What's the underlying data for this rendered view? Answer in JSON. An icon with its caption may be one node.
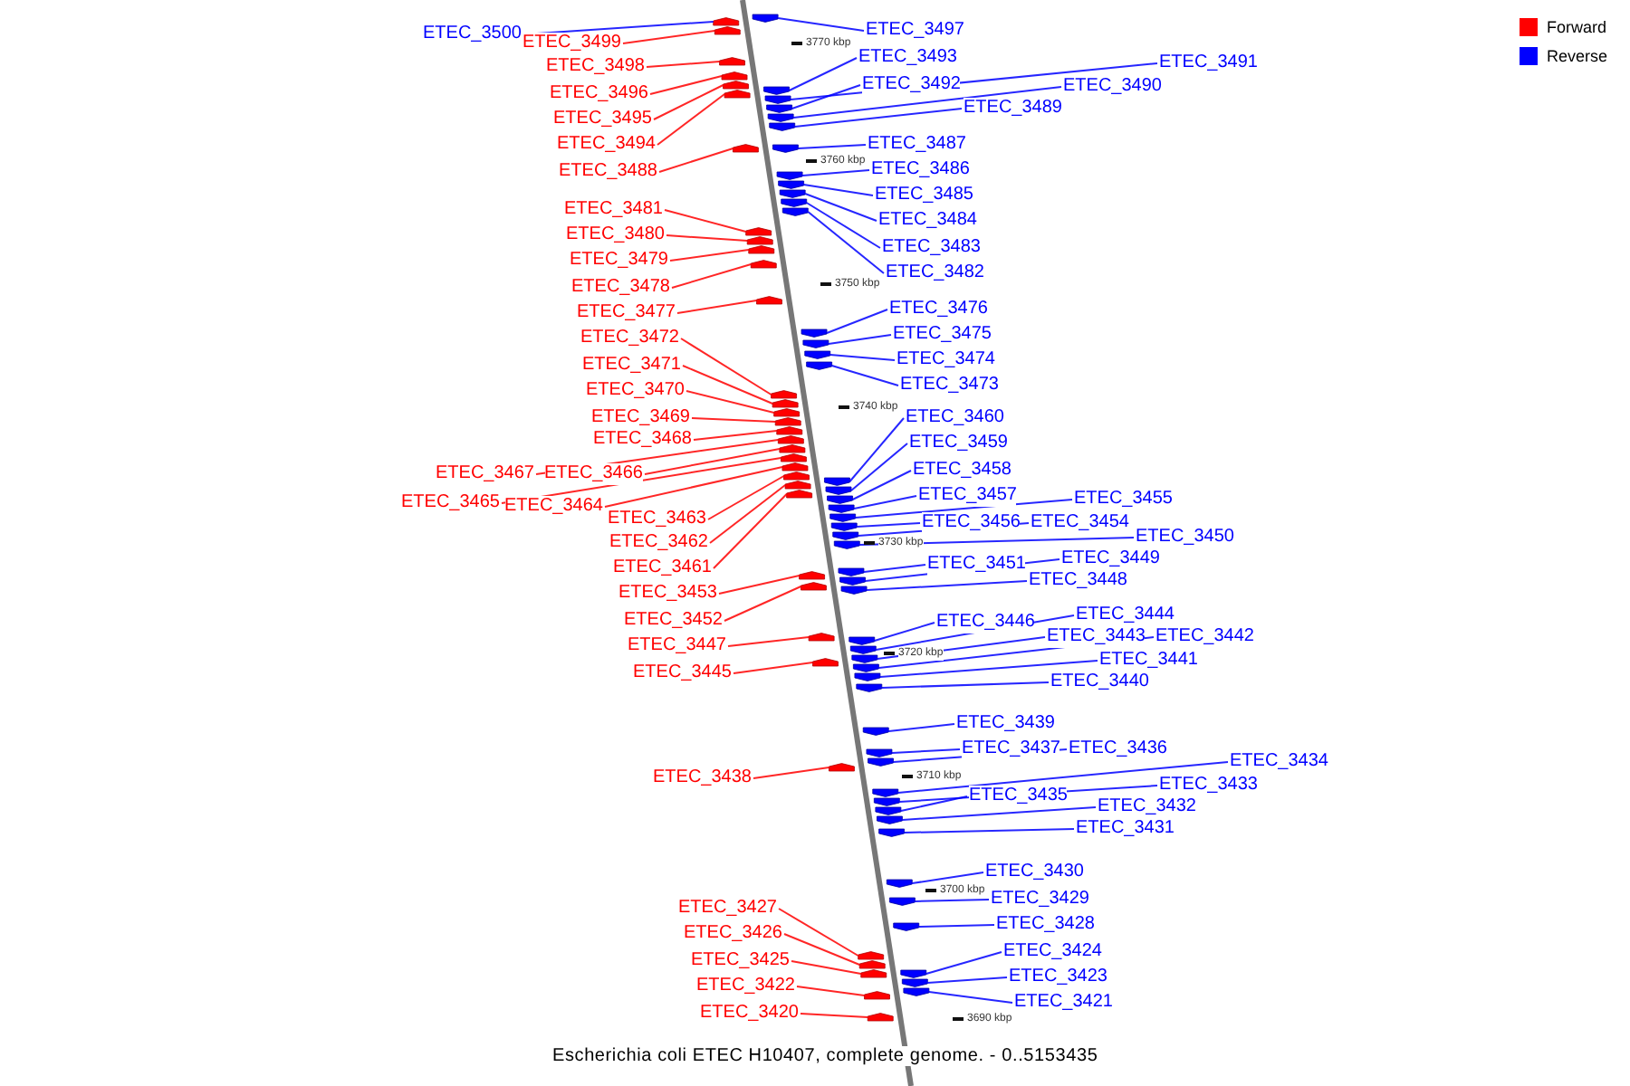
{
  "diagram": {
    "caption": "Escherichia coli ETEC H10407, complete genome. - 0..5153435",
    "nodes": [
      {
        "text": [
          "ETEC_3500"
        ]
      },
      {
        "text": [
          "ETEC_3499"
        ]
      },
      {
        "text": [
          "ETEC_3498"
        ]
      },
      {
        "text": [
          "ETEC_3496"
        ]
      },
      {
        "text": [
          "ETEC_3495"
        ]
      },
      {
        "text": [
          "ETEC_3494"
        ]
      },
      {
        "text": [
          "ETEC_3488"
        ]
      },
      {
        "text": [
          "ETEC_3481"
        ]
      },
      {
        "text": [
          "ETEC_3480"
        ]
      },
      {
        "text": [
          "ETEC_3479"
        ]
      },
      {
        "text": [
          "ETEC_3478"
        ]
      },
      {
        "text": [
          "ETEC_3477"
        ]
      },
      {
        "text": [
          "ETEC_3472"
        ]
      },
      {
        "text": [
          "ETEC_3471"
        ]
      },
      {
        "text": [
          "ETEC_3470"
        ]
      },
      {
        "text": [
          "ETEC_3469"
        ]
      },
      {
        "text": [
          "ETEC_3468"
        ]
      },
      {
        "text": [
          "ETEC_3467"
        ]
      },
      {
        "text": [
          "ETEC_3466"
        ]
      },
      {
        "text": [
          "ETEC_3465"
        ]
      },
      {
        "text": [
          "ETEC_3464"
        ]
      },
      {
        "text": [
          "ETEC_3463"
        ]
      },
      {
        "text": [
          "ETEC_3462"
        ]
      },
      {
        "text": [
          "ETEC_3461"
        ]
      },
      {
        "text": [
          "ETEC_3453"
        ]
      },
      {
        "text": [
          "ETEC_3452"
        ]
      },
      {
        "text": [
          "ETEC_3447"
        ]
      },
      {
        "text": [
          "ETEC_3445"
        ]
      },
      {
        "text": [
          "ETEC_3438"
        ]
      },
      {
        "text": [
          "ETEC_3427"
        ]
      },
      {
        "text": [
          "ETEC_3426"
        ]
      },
      {
        "text": [
          "ETEC_3425"
        ]
      },
      {
        "text": [
          "ETEC_3422"
        ]
      },
      {
        "text": [
          "ETEC_3420"
        ]
      },
      {
        "text": [
          "ETEC_3497"
        ]
      },
      {
        "text": [
          "ETEC_3493"
        ]
      },
      {
        "text": [
          "ETEC_3491"
        ]
      },
      {
        "text": [
          "ETEC_3492"
        ]
      },
      {
        "text": [
          "ETEC_3490"
        ]
      },
      {
        "text": [
          "ETEC_3489"
        ]
      },
      {
        "text": [
          "ETEC_3487"
        ]
      },
      {
        "text": [
          "ETEC_3486"
        ]
      },
      {
        "text": [
          "ETEC_3485"
        ]
      },
      {
        "text": [
          "ETEC_3484"
        ]
      },
      {
        "text": [
          "ETEC_3483"
        ]
      },
      {
        "text": [
          "ETEC_3482"
        ]
      },
      {
        "text": [
          "ETEC_3476"
        ]
      },
      {
        "text": [
          "ETEC_3475"
        ]
      },
      {
        "text": [
          "ETEC_3474"
        ]
      },
      {
        "text": [
          "ETEC_3473"
        ]
      },
      {
        "text": [
          "ETEC_3460"
        ]
      },
      {
        "text": [
          "ETEC_3459"
        ]
      },
      {
        "text": [
          "ETEC_3458"
        ]
      },
      {
        "text": [
          "ETEC_3457"
        ]
      },
      {
        "text": [
          "ETEC_3455"
        ]
      },
      {
        "text": [
          "ETEC_3456"
        ]
      },
      {
        "text": [
          "ETEC_3454"
        ]
      },
      {
        "text": [
          "ETEC_3450"
        ]
      },
      {
        "text": [
          "ETEC_3451"
        ]
      },
      {
        "text": [
          "ETEC_3449"
        ]
      },
      {
        "text": [
          "ETEC_3448"
        ]
      },
      {
        "text": [
          "ETEC_3446"
        ]
      },
      {
        "text": [
          "ETEC_3444"
        ]
      },
      {
        "text": [
          "ETEC_3443"
        ]
      },
      {
        "text": [
          "ETEC_3442"
        ]
      },
      {
        "text": [
          "ETEC_3441"
        ]
      },
      {
        "text": [
          "ETEC_3440"
        ]
      },
      {
        "text": [
          "ETEC_3439"
        ]
      },
      {
        "text": [
          "ETEC_3437"
        ]
      },
      {
        "text": [
          "ETEC_3436"
        ]
      },
      {
        "text": [
          "ETEC_3434"
        ]
      },
      {
        "text": [
          "ETEC_3433"
        ]
      },
      {
        "text": [
          "ETEC_3435"
        ]
      },
      {
        "text": [
          "ETEC_3432"
        ]
      },
      {
        "text": [
          "ETEC_3431"
        ]
      },
      {
        "text": [
          "ETEC_3430"
        ]
      },
      {
        "text": [
          "ETEC_3429"
        ]
      },
      {
        "text": [
          "ETEC_3428"
        ]
      },
      {
        "text": [
          "ETEC_3424"
        ]
      },
      {
        "text": [
          "ETEC_3423"
        ]
      },
      {
        "text": [
          "ETEC_3421"
        ]
      },
      {
        "text": [],
        "shape": "pentagon"
      },
      {
        "text": [],
        "shape": "pentagon"
      },
      {
        "text": [],
        "shape": "pentagon"
      },
      {
        "text": [],
        "shape": "pentagon"
      },
      {
        "text": [],
        "shape": "pentagon"
      },
      {
        "text": [],
        "shape": "pentagon"
      },
      {
        "text": [],
        "shape": "pentagon"
      },
      {
        "text": [],
        "shape": "pentagon"
      },
      {
        "text": [],
        "shape": "pentagon"
      },
      {
        "text": [],
        "shape": "pentagon"
      },
      {
        "text": [],
        "shape": "pentagon"
      },
      {
        "text": [],
        "shape": "pentagon"
      },
      {
        "text": [],
        "shape": "pentagon"
      },
      {
        "text": [],
        "shape": "pentagon"
      },
      {
        "text": [],
        "shape": "pentagon"
      },
      {
        "text": [],
        "shape": "pentagon"
      },
      {
        "text": [],
        "shape": "pentagon"
      },
      {
        "text": [],
        "shape": "pentagon"
      },
      {
        "text": [],
        "shape": "pentagon"
      },
      {
        "text": [],
        "shape": "pentagon"
      },
      {
        "text": [],
        "shape": "pentagon"
      },
      {
        "text": [],
        "shape": "pentagon"
      },
      {
        "text": [],
        "shape": "pentagon"
      },
      {
        "text": [],
        "shape": "pentagon"
      },
      {
        "text": [],
        "shape": "pentagon"
      },
      {
        "text": [],
        "shape": "pentagon"
      },
      {
        "text": [],
        "shape": "pentagon"
      },
      {
        "text": [],
        "shape": "pentagon"
      },
      {
        "text": [],
        "shape": "pentagon"
      },
      {
        "text": [],
        "shape": "pentagon"
      },
      {
        "text": [],
        "shape": "pentagon"
      },
      {
        "text": [],
        "shape": "pentagon"
      },
      {
        "text": [],
        "shape": "pentagon"
      },
      {
        "text": [],
        "shape": "pentagon"
      },
      {
        "text": [],
        "shape": "pentagon"
      },
      {
        "text": [],
        "shape": "pentagon"
      },
      {
        "text": [],
        "shape": "pentagon"
      },
      {
        "text": [],
        "shape": "pentagon"
      },
      {
        "text": [],
        "shape": "pentagon"
      },
      {
        "text": [],
        "shape": "pentagon"
      },
      {
        "text": [],
        "shape": "pentagon"
      },
      {
        "text": [],
        "shape": "pentagon"
      },
      {
        "text": [],
        "shape": "pentagon"
      },
      {
        "text": [],
        "shape": "pentagon"
      },
      {
        "text": [],
        "shape": "pentagon"
      },
      {
        "text": [],
        "shape": "pentagon"
      },
      {
        "text": [],
        "shape": "pentagon"
      },
      {
        "text": [],
        "shape": "pentagon"
      },
      {
        "text": [],
        "shape": "pentagon"
      },
      {
        "text": [],
        "shape": "pentagon"
      },
      {
        "text": [],
        "shape": "pentagon"
      },
      {
        "text": [],
        "shape": "pentagon"
      },
      {
        "text": [],
        "shape": "pentagon"
      },
      {
        "text": [],
        "shape": "pentagon"
      },
      {
        "text": [],
        "shape": "pentagon"
      },
      {
        "text": [],
        "shape": "pentagon"
      },
      {
        "text": [],
        "shape": "pentagon"
      },
      {
        "text": [],
        "shape": "pentagon"
      },
      {
        "text": [],
        "shape": "pentagon"
      },
      {
        "text": [],
        "shape": "pentagon"
      },
      {
        "text": [],
        "shape": "pentagon"
      },
      {
        "text": [],
        "shape": "pentagon"
      },
      {
        "text": [],
        "shape": "pentagon"
      },
      {
        "text": [],
        "shape": "pentagon"
      },
      {
        "text": [],
        "shape": "pentagon"
      },
      {
        "text": [],
        "shape": "pentagon"
      },
      {
        "text": [],
        "shape": "pentagon"
      },
      {
        "text": [],
        "shape": "pentagon"
      },
      {
        "text": [],
        "shape": "pentagon"
      },
      {
        "text": [],
        "shape": "pentagon"
      },
      {
        "text": [],
        "shape": "pentagon"
      },
      {
        "text": [],
        "shape": "pentagon"
      },
      {
        "text": [],
        "shape": "pentagon"
      },
      {
        "text": [],
        "shape": "pentagon"
      },
      {
        "text": [],
        "shape": "pentagon"
      },
      {
        "text": [],
        "shape": "pentagon"
      },
      {
        "text": [],
        "shape": "pentagon"
      },
      {
        "text": [],
        "shape": "pentagon"
      },
      {
        "text": [],
        "shape": "pentagon"
      },
      {
        "text": [],
        "shape": "pentagon"
      },
      {
        "text": [],
        "shape": "pentagon"
      }
    ],
    "edges": [
      {
        "from": 0,
        "to": 81,
        "arrow": "none"
      },
      {
        "from": 1,
        "to": 82,
        "arrow": "none",
        "color": "#ff0000"
      },
      {
        "from": 2,
        "to": 83,
        "arrow": "none",
        "color": "#ff0000"
      },
      {
        "from": 3,
        "to": 84,
        "arrow": "none",
        "color": "#ff0000"
      },
      {
        "from": 4,
        "to": 85,
        "arrow": "none",
        "color": "#ff0000"
      },
      {
        "from": 5,
        "to": 86,
        "arrow": "none",
        "color": "#ff0000"
      },
      {
        "from": 6,
        "to": 87,
        "arrow": "none",
        "color": "#ff0000"
      },
      {
        "from": 7,
        "to": 88,
        "arrow": "none",
        "color": "#ff0000"
      },
      {
        "from": 8,
        "to": 89,
        "arrow": "none",
        "color": "#ff0000"
      },
      {
        "from": 9,
        "to": 90,
        "arrow": "none",
        "color": "#ff0000"
      },
      {
        "from": 10,
        "to": 91,
        "arrow": "none",
        "color": "#ff0000"
      },
      {
        "from": 11,
        "to": 92,
        "arrow": "none",
        "color": "#ff0000"
      },
      {
        "from": 12,
        "to": 93,
        "arrow": "none",
        "color": "#ff0000"
      },
      {
        "from": 13,
        "to": 94,
        "arrow": "none",
        "color": "#ff0000"
      },
      {
        "from": 14,
        "to": 95,
        "arrow": "none",
        "color": "#ff0000"
      },
      {
        "from": 15,
        "to": 96,
        "arrow": "none",
        "color": "#ff0000"
      },
      {
        "from": 16,
        "to": 97,
        "arrow": "none",
        "color": "#ff0000"
      },
      {
        "from": 17,
        "to": 98,
        "arrow": "none",
        "color": "#ff0000"
      },
      {
        "from": 18,
        "to": 99,
        "arrow": "none",
        "color": "#ff0000"
      },
      {
        "from": 19,
        "to": 100,
        "arrow": "none",
        "color": "#ff0000"
      },
      {
        "from": 20,
        "to": 101,
        "arrow": "none",
        "color": "#ff0000"
      },
      {
        "from": 21,
        "to": 102,
        "arrow": "none",
        "color": "#ff0000"
      },
      {
        "from": 22,
        "to": 103,
        "arrow": "none",
        "color": "#ff0000"
      },
      {
        "from": 23,
        "to": 104,
        "arrow": "none",
        "color": "#ff0000"
      },
      {
        "from": 24,
        "to": 105,
        "arrow": "none",
        "color": "#ff0000"
      },
      {
        "from": 25,
        "to": 106,
        "arrow": "none",
        "color": "#ff0000"
      },
      {
        "from": 26,
        "to": 107,
        "arrow": "none",
        "color": "#ff0000"
      },
      {
        "from": 27,
        "to": 108,
        "arrow": "none",
        "color": "#ff0000"
      },
      {
        "from": 28,
        "to": 109,
        "arrow": "none",
        "color": "#ff0000"
      },
      {
        "from": 29,
        "to": 110,
        "arrow": "none",
        "color": "#ff0000"
      },
      {
        "from": 30,
        "to": 111,
        "arrow": "none",
        "color": "#ff0000"
      },
      {
        "from": 31,
        "to": 112,
        "arrow": "none",
        "color": "#ff0000"
      },
      {
        "from": 32,
        "to": 113,
        "arrow": "none",
        "color": "#ff0000"
      },
      {
        "from": 33,
        "to": 114,
        "arrow": "none",
        "color": "#ff0000"
      },
      {
        "from": 34,
        "to": 115,
        "arrow": "none"
      },
      {
        "from": 35,
        "to": 116,
        "arrow": "none"
      },
      {
        "from": 36,
        "to": 117,
        "arrow": "none"
      },
      {
        "from": 37,
        "to": 118,
        "arrow": "none"
      },
      {
        "from": 38,
        "to": 119,
        "arrow": "none"
      },
      {
        "from": 39,
        "to": 120,
        "arrow": "none"
      },
      {
        "from": 40,
        "to": 121,
        "arrow": "none"
      },
      {
        "from": 41,
        "to": 122,
        "arrow": "none"
      },
      {
        "from": 42,
        "to": 123,
        "arrow": "none"
      },
      {
        "from": 43,
        "to": 124,
        "arrow": "none"
      },
      {
        "from": 44,
        "to": 125,
        "arrow": "none"
      },
      {
        "from": 45,
        "to": 126,
        "arrow": "none"
      },
      {
        "from": 46,
        "to": 127,
        "arrow": "none"
      },
      {
        "from": 47,
        "to": 128,
        "arrow": "none"
      },
      {
        "from": 48,
        "to": 129,
        "arrow": "none"
      },
      {
        "from": 49,
        "to": 130,
        "arrow": "none"
      },
      {
        "from": 50,
        "to": 131,
        "arrow": "none"
      },
      {
        "from": 51,
        "to": 132,
        "arrow": "none"
      },
      {
        "from": 52,
        "to": 133,
        "arrow": "none"
      },
      {
        "from": 53,
        "to": 134,
        "arrow": "none"
      },
      {
        "from": 54,
        "to": 135,
        "arrow": "none"
      },
      {
        "from": 55,
        "to": 136,
        "arrow": "none"
      },
      {
        "from": 56,
        "to": 137,
        "arrow": "none"
      },
      {
        "from": 57,
        "to": 138,
        "arrow": "none"
      },
      {
        "from": 58,
        "to": 139,
        "arrow": "none"
      },
      {
        "from": 59,
        "to": 140,
        "arrow": "none"
      },
      {
        "from": 60,
        "to": 141,
        "arrow": "none"
      },
      {
        "from": 61,
        "to": 142,
        "arrow": "none"
      },
      {
        "from": 62,
        "to": 143,
        "arrow": "none"
      },
      {
        "from": 63,
        "to": 144,
        "arrow": "none"
      },
      {
        "from": 64,
        "to": 145,
        "arrow": "none"
      },
      {
        "from": 65,
        "to": 146,
        "arrow": "none"
      },
      {
        "from": 66,
        "to": 147,
        "arrow": "none"
      },
      {
        "from": 67,
        "to": 148,
        "arrow": "none"
      },
      {
        "from": 68,
        "to": 149,
        "arrow": "none"
      },
      {
        "from": 69,
        "to": 150,
        "arrow": "none"
      },
      {
        "from": 70,
        "to": 151,
        "arrow": "none"
      },
      {
        "from": 71,
        "to": 152,
        "arrow": "none"
      },
      {
        "from": 72,
        "to": 153,
        "arrow": "none"
      },
      {
        "from": 73,
        "to": 154,
        "arrow": "none"
      },
      {
        "from": 74,
        "to": 155,
        "arrow": "none"
      },
      {
        "from": 75,
        "to": 156,
        "arrow": "none"
      },
      {
        "from": 76,
        "to": 157,
        "arrow": "none"
      },
      {
        "from": 77,
        "to": 158,
        "arrow": "none"
      },
      {
        "from": 78,
        "to": 159,
        "arrow": "none"
      },
      {
        "from": 79,
        "to": 160,
        "arrow": "none"
      },
      {
        "from": 80,
        "to": 161,
        "arrow": "none"
      }
    ],
    "labels": [
      "3770 kbp",
      "3760 kbp",
      "3750 kbp",
      "3740 kbp",
      "3730 kbp",
      "3720 kbp",
      "3710 kbp",
      "3700 kbp",
      "3690 kbp"
    ],
    "legend": [
      {
        "text": "Forward",
        "color": "#ff0000"
      },
      {
        "text": "Reverse",
        "color": "#0000ff"
      }
    ]
  }
}
